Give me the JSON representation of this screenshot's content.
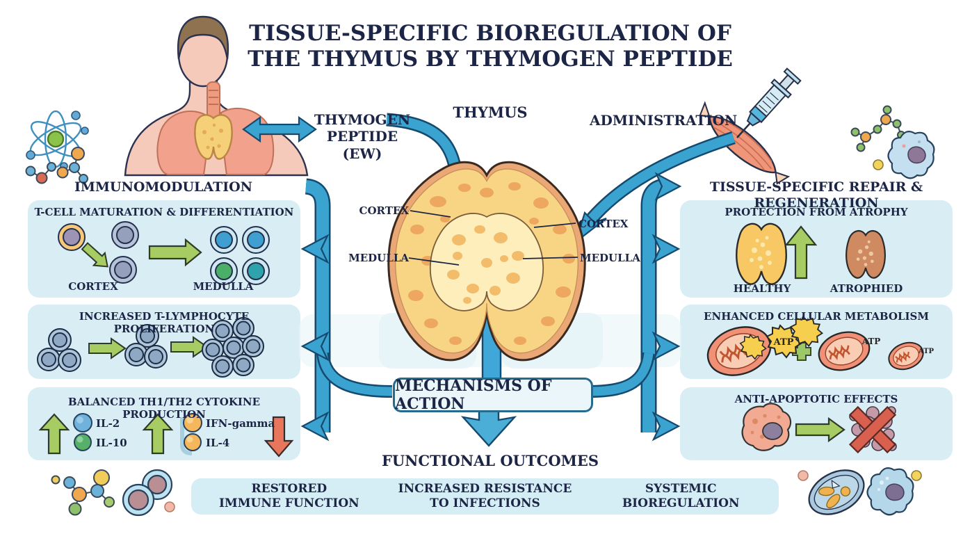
{
  "title": {
    "line1": "TISSUE-SPECIFIC BIOREGULATION OF",
    "line2": "THE THYMUS BY THYMOGEN PEPTIDE"
  },
  "top_labels": {
    "thymogen_line1": "THYMOGEN",
    "thymogen_line2": "PEPTIDE (EW)",
    "thymus": "THYMUS",
    "administration": "ADMINISTRATION"
  },
  "left_section": {
    "heading": "IMMUNOMODULATION",
    "boxes": [
      {
        "title": "T-CELL MATURATION & DIFFERENTIATION",
        "cortex_label": "CORTEX",
        "medulla_label": "MEDULLA"
      },
      {
        "title": "INCREASED T-LYMPHOCYTE PROLIFERATION"
      },
      {
        "title": "BALANCED TH1/TH2 CYTOKINE PRODUCTION",
        "cytokines": [
          "IL-2",
          "IL-10",
          "IFN-gamma",
          "IL-4"
        ]
      }
    ]
  },
  "center": {
    "thymus_labels": {
      "cortex_left": "CORTEX",
      "cortex_right": "CORTEX",
      "medulla_left": "MEDULLA",
      "medulla_right": "MEDULLA"
    },
    "mechanisms": "MECHANISMS OF ACTION",
    "functional_outcomes_heading": "FUNCTIONAL OUTCOMES",
    "outcomes": [
      {
        "line1": "RESTORED",
        "line2": "IMMUNE FUNCTION"
      },
      {
        "line1": "INCREASED RESISTANCE",
        "line2": "TO INFECTIONS"
      },
      {
        "line1": "SYSTEMIC",
        "line2": "BIOREGULATION"
      }
    ]
  },
  "right_section": {
    "heading": "TISSUE-SPECIFIC REPAIR & REGENERATION",
    "boxes": [
      {
        "title": "PROTECTION FROM ATROPHY",
        "healthy_label": "HEALTHY",
        "atrophied_label": "ATROPHIED"
      },
      {
        "title": "ENHANCED CELLULAR METABOLISM",
        "atp": "ATP"
      },
      {
        "title": "ANTI-APOPTOTIC EFFECTS"
      }
    ]
  },
  "colors": {
    "navy_text": "#1c2546",
    "panel_fill": "#d9edf4",
    "arrow_blue": "#3ba3d0",
    "arrow_outline": "#16496e",
    "green_arrow": "#a6cc63",
    "red_arrow": "#e8765c",
    "thymus_yellow": "#f8d584",
    "atrophied_brown": "#cf8a62",
    "atp_yellow": "#f6cf4e"
  }
}
